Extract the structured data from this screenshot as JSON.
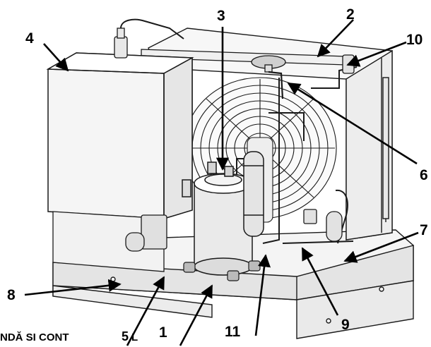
{
  "callouts": {
    "c1": "1",
    "c2": "2",
    "c3": "3",
    "c4": "4",
    "c5": "5",
    "c6": "6",
    "c7": "7",
    "c8": "8",
    "c9": "9",
    "c10": "10",
    "c11": "11"
  },
  "caption_text": "NDĂ SI CONT",
  "caption_tail": "L",
  "colors": {
    "line": "#1a1a1a",
    "body_fill": "#f2f2f2",
    "shadow_fill": "#d9d9d9",
    "leader": "#000000"
  },
  "icons": {
    "fan": "fan-grille-icon",
    "compressor": "compressor-icon",
    "gauge": "pressure-gauge-icon"
  }
}
